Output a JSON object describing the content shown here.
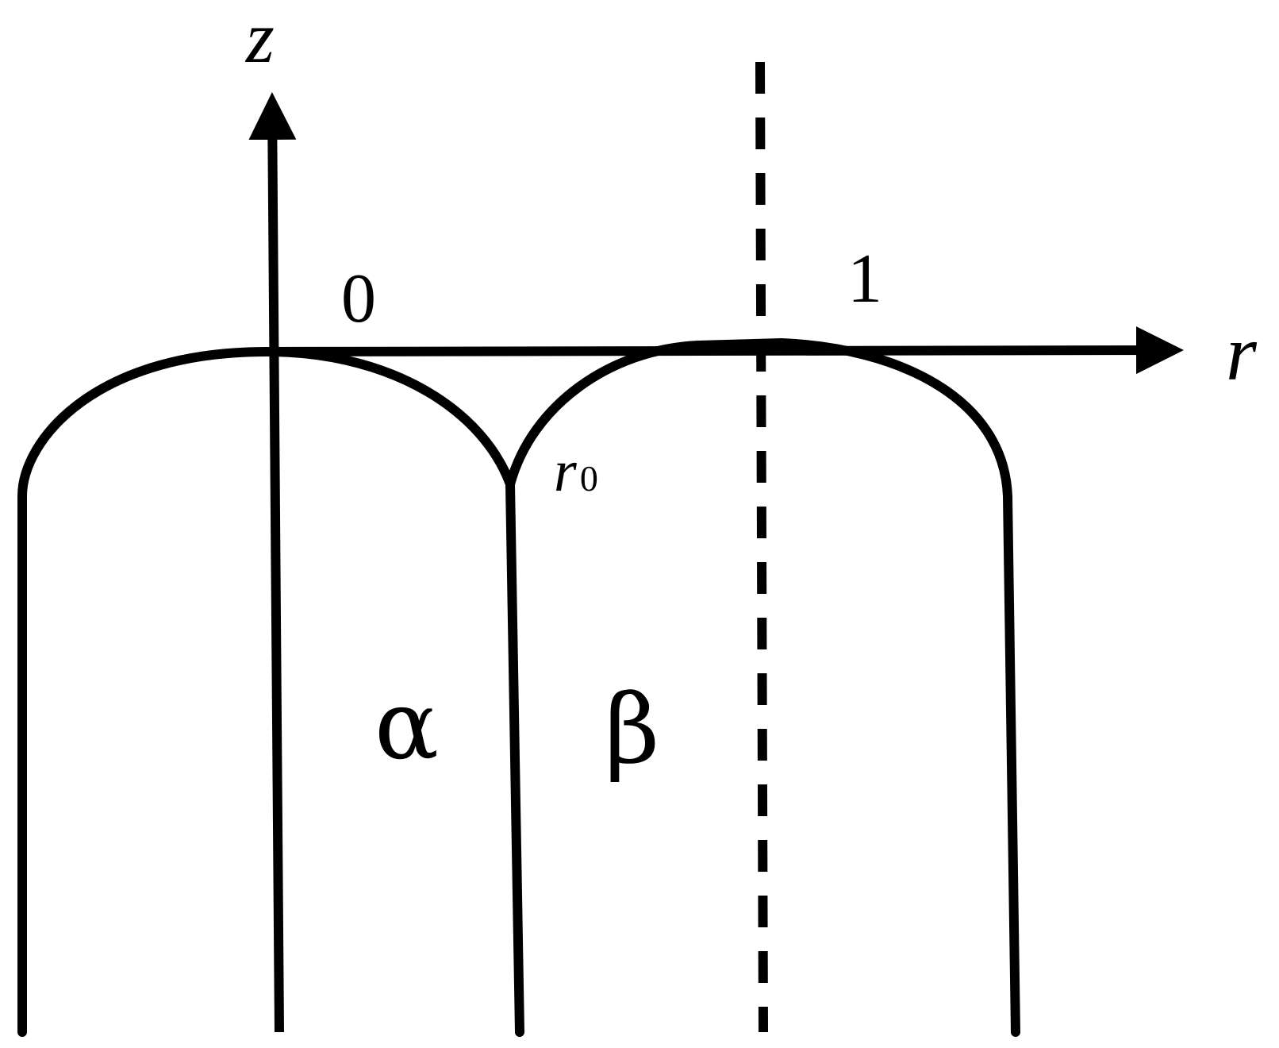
{
  "labels": {
    "z_axis": "z",
    "r_axis": "r",
    "origin": "0",
    "unit": "1",
    "r0_base": "r",
    "r0_sub": "0",
    "region_alpha": "α",
    "region_beta": "β"
  },
  "colors": {
    "stroke": "#000000",
    "background": "#ffffff"
  }
}
